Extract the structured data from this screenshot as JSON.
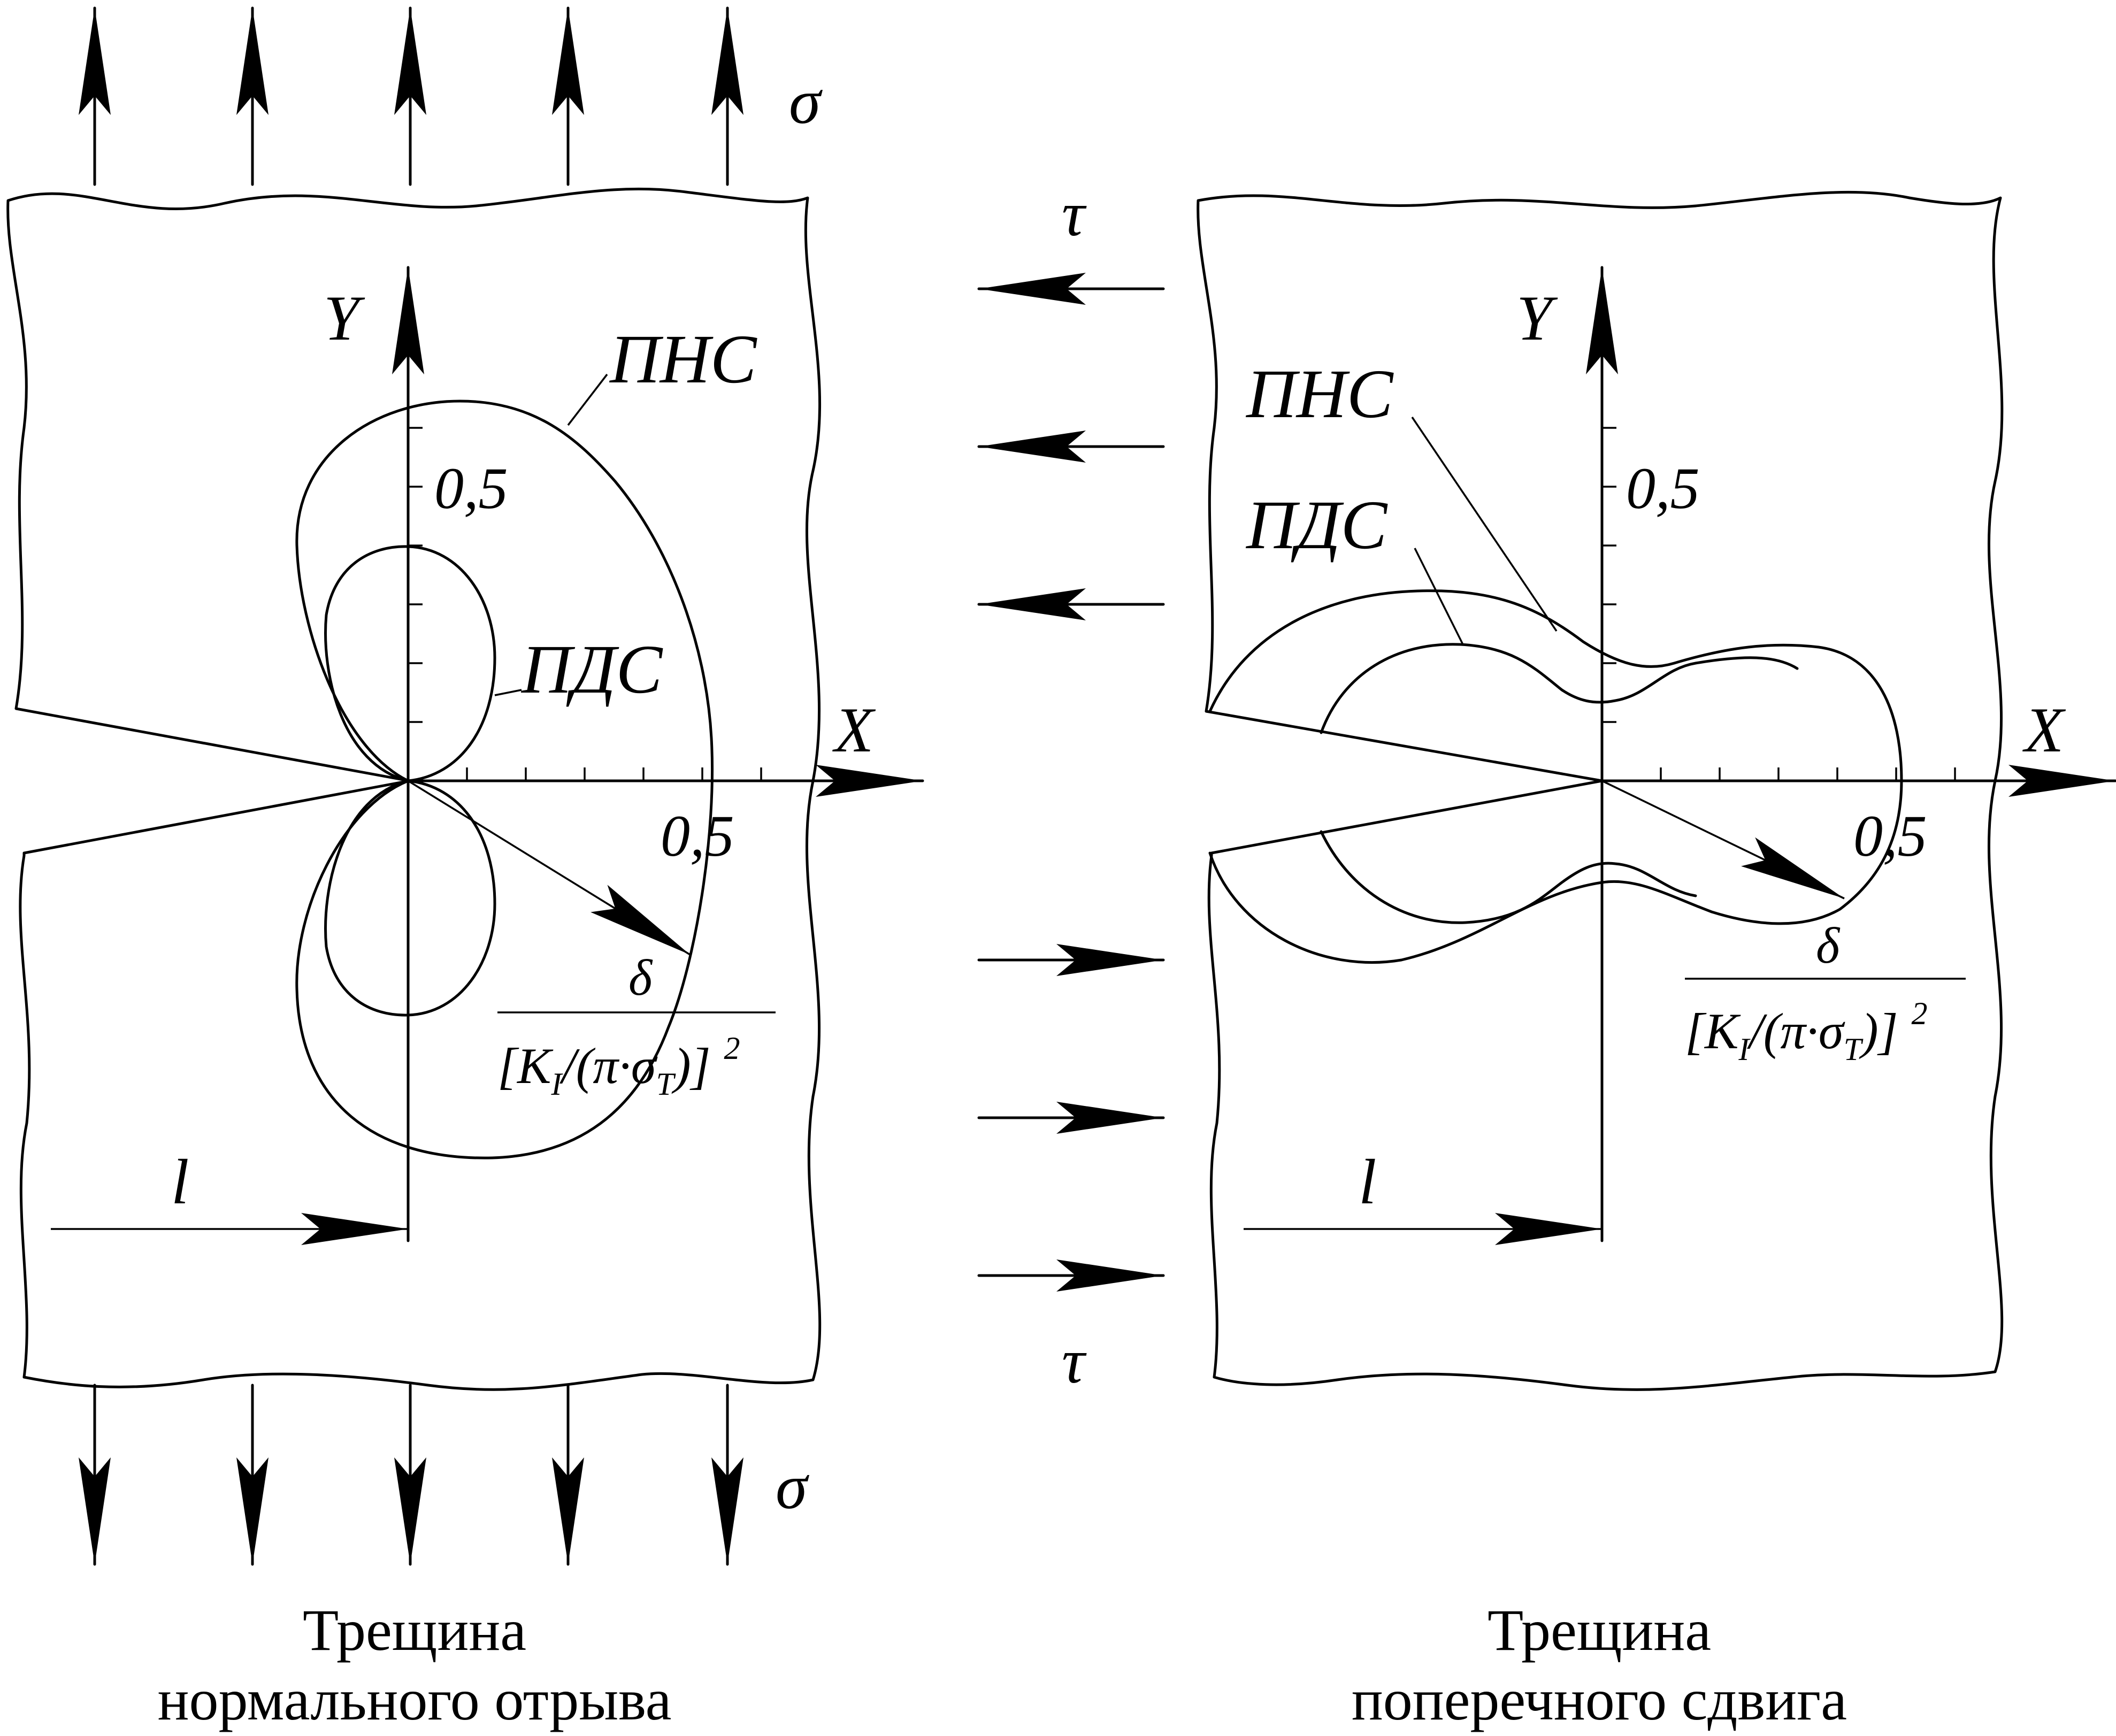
{
  "left_panel": {
    "sigma_top": "σ",
    "sigma_bottom": "σ",
    "axis_y": "Y",
    "axis_x": "X",
    "tick_y": "0,5",
    "tick_x": "0,5",
    "curve_outer": "ПНС",
    "curve_inner": "ПДС",
    "frac_num": "δ",
    "frac_den": {
      "open": "[K",
      "sub1": "I",
      "mid": "/(π·σ",
      "sub2": "T",
      "close": ")]",
      "sup": "2"
    },
    "length_label": "l",
    "caption_line1": "Трещина",
    "caption_line2": "нормального отрыва"
  },
  "right_panel": {
    "tau_top": "τ",
    "tau_bottom": "τ",
    "axis_y": "Y",
    "axis_x": "X",
    "tick_y": "0,5",
    "tick_x": "0,5",
    "curve_outer": "ПНС",
    "curve_inner": "ПДС",
    "frac_num": "δ",
    "frac_den": {
      "open": "[K",
      "sub1": "I",
      "mid": "/(π·σ",
      "sub2": "T",
      "close": ")]",
      "sup": "2"
    },
    "length_label": "l",
    "caption_line1": "Трещина",
    "caption_line2": "поперечного сдвига"
  }
}
